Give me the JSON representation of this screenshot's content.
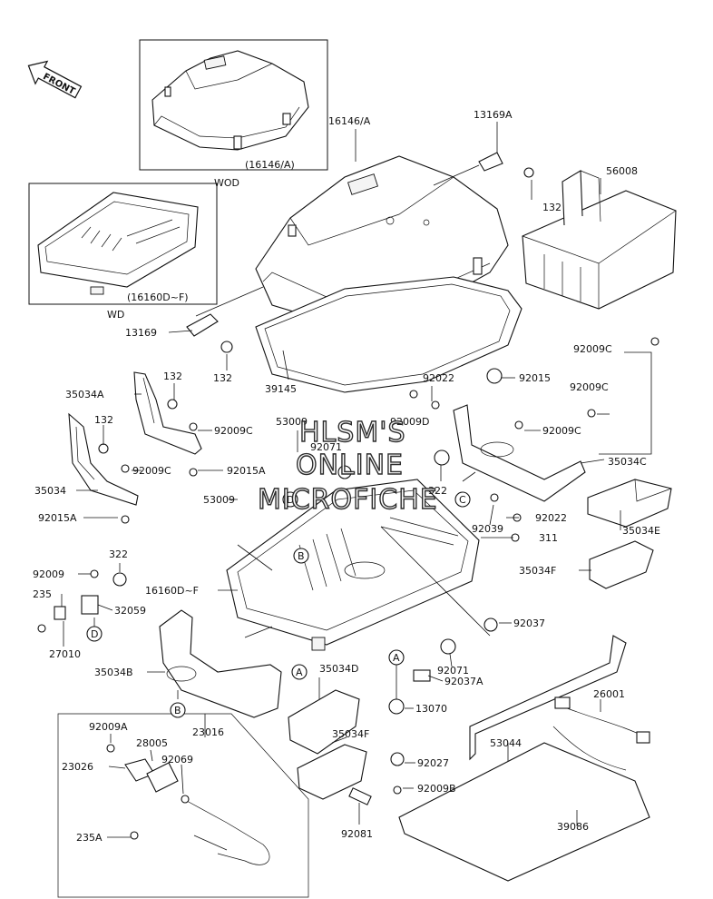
{
  "front_tag": "FRONT",
  "watermark": [
    "HLSM'S",
    "ONLINE",
    "MICROFICHE"
  ],
  "variants": {
    "wod_label": "WOD",
    "wod_caption": "(16146/A)",
    "wd_label": "WD",
    "wd_caption": "(16160D~F)"
  },
  "part_labels": [
    "16146/A",
    "13169A",
    "132",
    "56008",
    "13169",
    "132",
    "39145",
    "92009C",
    "132",
    "35034A",
    "92009C",
    "132",
    "35034",
    "92009C",
    "92015A",
    "92015A",
    "53009",
    "92009D",
    "92071",
    "92022",
    "92015",
    "92009C",
    "92009C",
    "322",
    "35034C",
    "92039",
    "92022",
    "311",
    "35034E",
    "35034F",
    "53009",
    "322",
    "92009",
    "235",
    "32059",
    "27010",
    "16160D~F",
    "35034B",
    "35034D",
    "92037",
    "92071",
    "92037A",
    "13070",
    "23016",
    "92009A",
    "28005",
    "23026",
    "92069",
    "35034F",
    "92027",
    "92009B",
    "53044",
    "26001",
    "235A",
    "92081",
    "39086"
  ],
  "callouts": [
    "A",
    "B",
    "C",
    "D",
    "A",
    "B",
    "D"
  ]
}
